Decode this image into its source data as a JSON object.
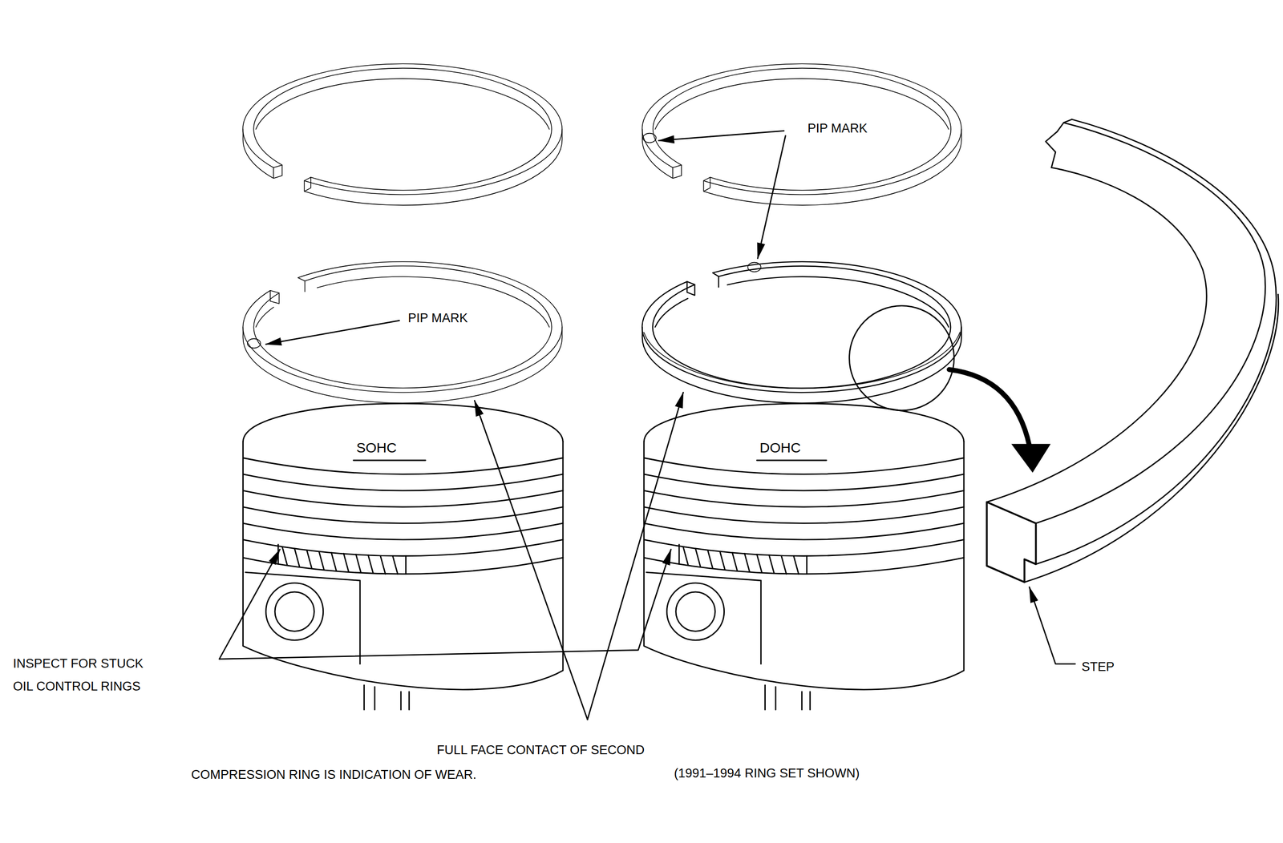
{
  "diagram": {
    "labels": [
      "PIP MARK",
      "PIP MARK",
      "SOHC",
      "DOHC",
      "INSPECT FOR STUCK OIL CONTROL RINGS",
      "STEP",
      "FULL FACE CONTACT OF SECOND COMPRESSION RING IS INDICATION OF WEAR.",
      "(1991–1994 RING SET SHOWN)"
    ]
  }
}
